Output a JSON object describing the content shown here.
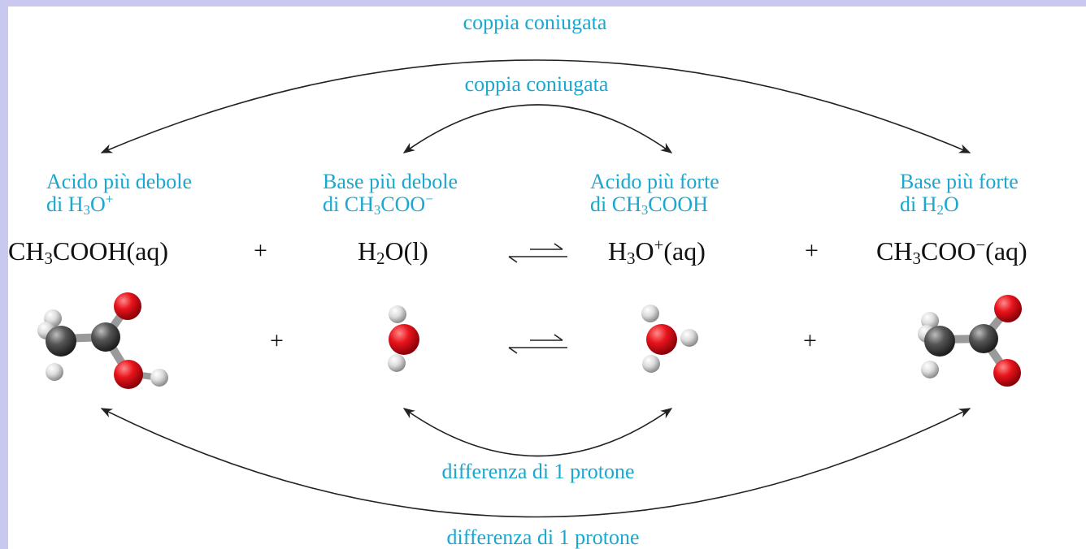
{
  "arcs": {
    "top_outer": "coppia coniugata",
    "top_inner": "coppia coniugata",
    "bottom_inner": "differenza di 1 protone",
    "bottom_outer": "differenza di 1 protone"
  },
  "species": [
    {
      "desc1": "Acido più debole",
      "desc2_pre": "di H",
      "desc2_sub": "3",
      "desc2_post": "O",
      "desc2_sup": "+",
      "desc2_tail": ""
    },
    {
      "desc1": "Base più debole",
      "desc2_pre": "di CH",
      "desc2_sub": "3",
      "desc2_post": "COO",
      "desc2_sup": "−",
      "desc2_tail": ""
    },
    {
      "desc1": "Acido più forte",
      "desc2_pre": "di CH",
      "desc2_sub": "3",
      "desc2_post": "COOH",
      "desc2_sup": "",
      "desc2_tail": ""
    },
    {
      "desc1": "Base più forte",
      "desc2_pre": "di H",
      "desc2_sub": "2",
      "desc2_post": "O",
      "desc2_sup": "",
      "desc2_tail": ""
    }
  ],
  "formulas": [
    {
      "pre": "CH",
      "sub": "3",
      "mid": "COOH",
      "sup": "",
      "post": "(aq)"
    },
    {
      "pre": "H",
      "sub": "2",
      "mid": "O",
      "sup": "",
      "post": "(l)"
    },
    {
      "pre": "H",
      "sub": "3",
      "mid": "O",
      "sup": "+",
      "post": "(aq)"
    },
    {
      "pre": "CH",
      "sub": "3",
      "mid": "COO",
      "sup": "−",
      "post": "(aq)"
    }
  ],
  "operators": {
    "plus": "+"
  },
  "colors": {
    "label": "#1aa7d0",
    "oxygen": "#e8141c",
    "carbon": "#555555",
    "hydrogen": "#e6e6e6",
    "frame": "#c8c8f0"
  }
}
